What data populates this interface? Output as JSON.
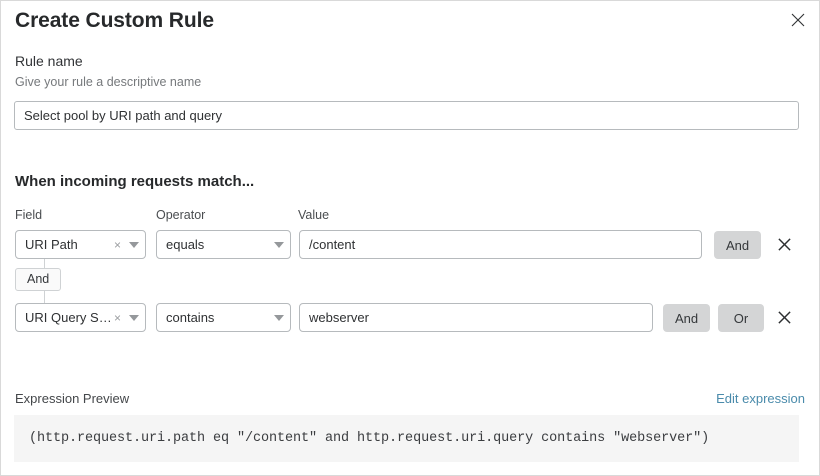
{
  "dialog": {
    "title": "Create Custom Rule",
    "close_icon": "close-icon"
  },
  "rule_name": {
    "label": "Rule name",
    "description": "Give your rule a descriptive name",
    "value": "Select pool by URI path and query",
    "placeholder": ""
  },
  "conditions": {
    "heading": "When incoming requests match...",
    "columns": {
      "field": "Field",
      "operator": "Operator",
      "value": "Value"
    },
    "connector_label": "And",
    "rows": [
      {
        "field": "URI Path",
        "operator": "equals",
        "value": "/content",
        "clear_icon": "×",
        "logic_buttons": [
          "And"
        ],
        "delete_icon": "close-icon"
      },
      {
        "field": "URI Query St...",
        "operator": "contains",
        "value": "webserver",
        "clear_icon": "×",
        "logic_buttons": [
          "And",
          "Or"
        ],
        "delete_icon": "close-icon"
      }
    ]
  },
  "expression": {
    "label": "Expression Preview",
    "edit_link": "Edit expression",
    "code": "(http.request.uri.path eq \"/content\" and http.request.uri.query contains \"webserver\")"
  },
  "colors": {
    "link": "#4a8bab",
    "logic_button_bg": "#d4d5d6",
    "preview_bg": "#f5f5f5",
    "border": "#b6babd",
    "text": "#2f3133",
    "muted_text": "#76797c"
  }
}
